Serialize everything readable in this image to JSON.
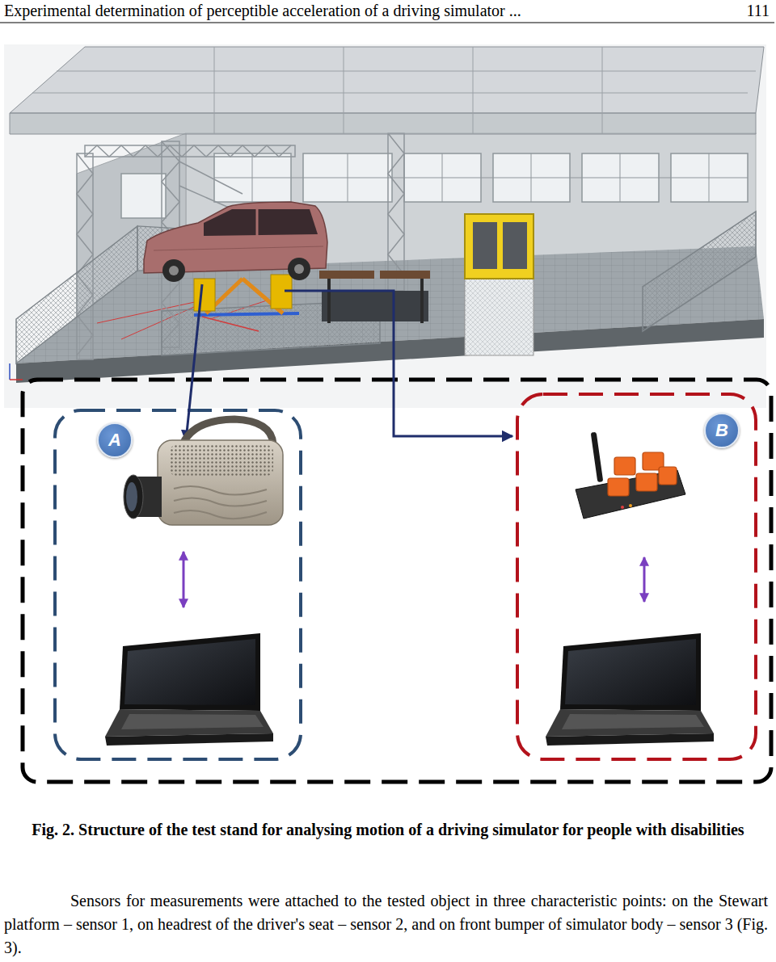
{
  "diagram": {
    "caption": "Fig. 2. Structure of the test stand for analysing motion of a driving simulator for people with disabilities",
    "nodes": [
      {
        "text": [
          "A"
        ]
      },
      {
        "text": [
          "B"
        ]
      }
    ],
    "labels": [
      "Experimental determination of perceptible acceleration of a driving simulator ...",
      "111",
      "Sensors for measurements were attached to the tested object in three characteristic points: on the Stewart platform – sensor 1, on headrest of the driver's seat – sensor 2, and on front bumper of simulator body – sensor 3 (Fig. 3)."
    ]
  }
}
